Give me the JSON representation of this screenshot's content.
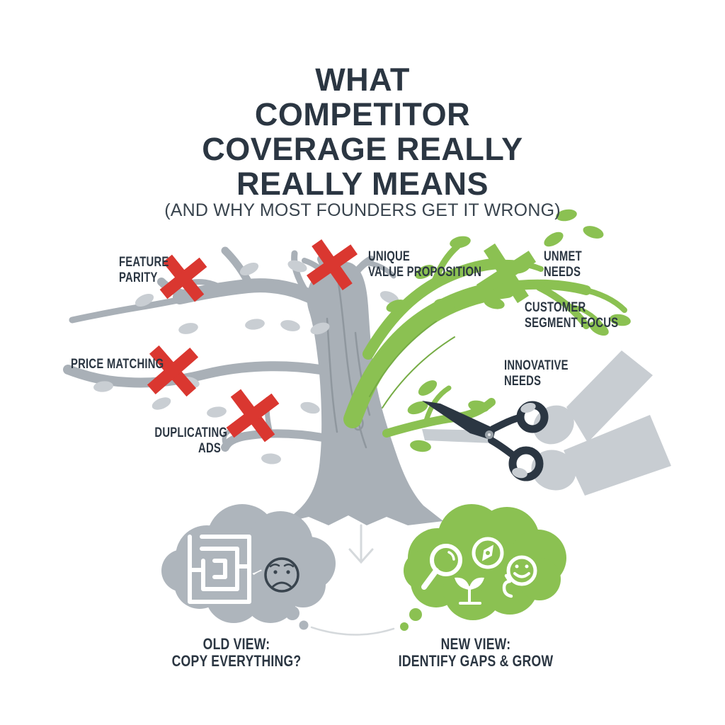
{
  "title": {
    "lines": [
      "WHAT",
      "COMPETITOR",
      "COVERAGE REALLY",
      "REALLY MEANS"
    ],
    "subtitle": "(AND WHY MOST FOUNDERS GET IT WRONG)"
  },
  "left_branch_labels": [
    {
      "line1": "FEATURE",
      "line2": "PARITY",
      "mark": "red-x"
    },
    {
      "line1": "PRICE MATCHING",
      "mark": "red-x"
    },
    {
      "line1": "DUPLICATING",
      "line2": "ADS",
      "mark": "red-x"
    }
  ],
  "right_branch_labels": [
    {
      "line1": "UNIQUE",
      "line2": "VALUE PROPOSITION",
      "mark": "red-x"
    },
    {
      "line1": "UNMET",
      "line2": "NEEDS",
      "mark": "green-x"
    },
    {
      "line1": "CUSTOMER",
      "line2": "SEGMENT FOCUS",
      "mark": "none"
    },
    {
      "line1": "INNOVATIVE",
      "line2": "NEEDS",
      "mark": "none"
    }
  ],
  "old_view": {
    "caption_title": "OLD VIEW:",
    "caption_text": "COPY EVERYTHING?",
    "icons": [
      "maze-icon",
      "sad-face-icon"
    ]
  },
  "new_view": {
    "caption_title": "NEW VIEW:",
    "caption_text": "IDENTIFY GAPS & GROW",
    "icons": [
      "magnifier-icon",
      "compass-icon",
      "smiley-thumbs-up-icon",
      "sprout-icon"
    ]
  },
  "colors": {
    "red": "#DA3730",
    "green": "#8BC152",
    "green-dk": "#76AC45",
    "gray": "#A9B0B7",
    "gray-leaf": "#C9CED3",
    "cloud-gray": "#AEB5BC",
    "hand": "#C8CDD2",
    "dark": "#2B3642",
    "line": "#D5D9DC"
  }
}
